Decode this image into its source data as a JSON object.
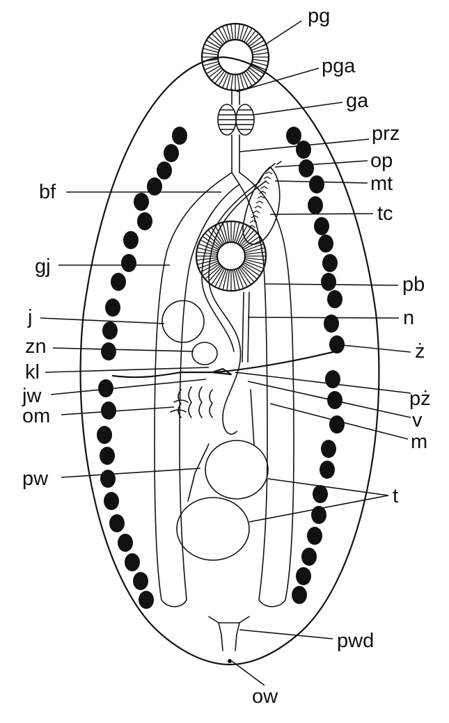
{
  "colors": {
    "ink": "#111111",
    "background": "#ffffff"
  },
  "labels": {
    "pg": "pg",
    "pga": "pga",
    "ga": "ga",
    "prz": "prz",
    "op": "op",
    "mt": "mt",
    "tc": "tc",
    "bf": "bf",
    "gj": "gj",
    "pb": "pb",
    "j": "j",
    "n": "n",
    "zn": "zn",
    "z_dot": "ż",
    "kl": "kl",
    "jw": "jw",
    "pz_dot": "pż",
    "om": "om",
    "v": "v",
    "m": "m",
    "pw": "pw",
    "t": "t",
    "pwd": "pwd",
    "ow": "ow"
  }
}
